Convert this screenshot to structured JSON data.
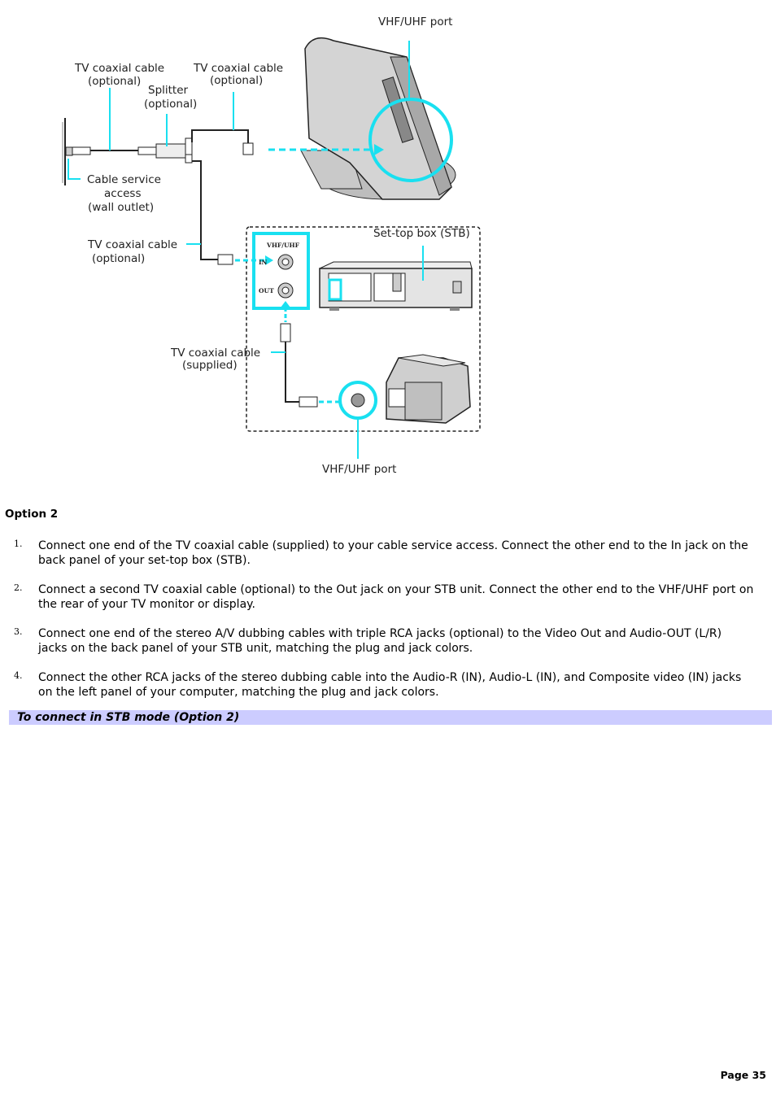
{
  "diagram": {
    "labels": {
      "vhf_uhf_port_top": "VHF/UHF port",
      "coax_optional_1_line1": "TV coaxial cable",
      "coax_optional_1_line2": "(optional)",
      "coax_optional_2_line1": "TV coaxial cable",
      "coax_optional_2_line2": "(optional)",
      "splitter_line1": "Splitter",
      "splitter_line2": "(optional)",
      "cable_service_line1": "Cable service",
      "cable_service_line2": "access",
      "cable_service_line3": "(wall outlet)",
      "coax_optional_3_line1": "TV coaxial cable",
      "coax_optional_3_line2": "(optional)",
      "stb_label": "Set-top box (STB)",
      "jack_group_label": "VHF/UHF",
      "jack_in_label": "IN",
      "jack_out_label": "OUT",
      "coax_supplied_line1": "TV coaxial cable",
      "coax_supplied_line2": "(supplied)",
      "vhf_uhf_port_bottom": "VHF/UHF port"
    },
    "colors": {
      "accent": "#19e0f0",
      "line": "#222222",
      "device_fill": "#d4d4d4"
    }
  },
  "section": {
    "heading": "Option 2"
  },
  "steps": [
    {
      "num": "1.",
      "text": "Connect one end of the TV coaxial cable (supplied) to your cable service access. Connect the other end to the In jack on the back panel of your set-top box (STB)."
    },
    {
      "num": "2.",
      "text": "Connect a second TV coaxial cable (optional) to the Out jack on your STB unit. Connect the other end to the VHF/UHF port on the rear of your TV monitor or display."
    },
    {
      "num": "3.",
      "text": "Connect one end of the stereo A/V dubbing cables with triple RCA jacks (optional) to the Video Out and Audio-OUT (L/R) jacks on the back panel of your STB unit, matching the plug and jack colors."
    },
    {
      "num": "4.",
      "text": "Connect the other RCA jacks of the stereo dubbing cable into the Audio-R (IN), Audio-L (IN), and Composite video (IN) jacks on the left panel of your computer, matching the plug and jack colors."
    }
  ],
  "caption": {
    "text": "To connect in STB mode (Option 2)"
  },
  "footer": {
    "page_number": "Page 35"
  }
}
